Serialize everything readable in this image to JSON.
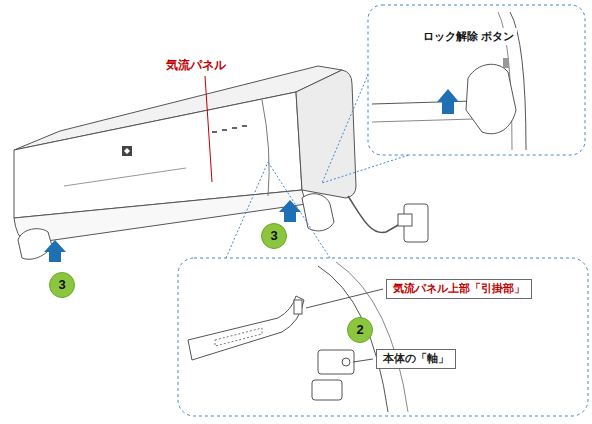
{
  "diagram": {
    "nodes": [
      {
        "text": [
          "3"
        ]
      },
      {
        "text": [
          "3"
        ]
      },
      {
        "text": [
          "気流パネル上部「引掛部」"
        ]
      },
      {
        "text": [
          "2"
        ]
      },
      {
        "text": [
          "本体の「軸」"
        ]
      }
    ],
    "labels": [
      "気流パネル",
      "ロック解除 ボタン"
    ]
  }
}
